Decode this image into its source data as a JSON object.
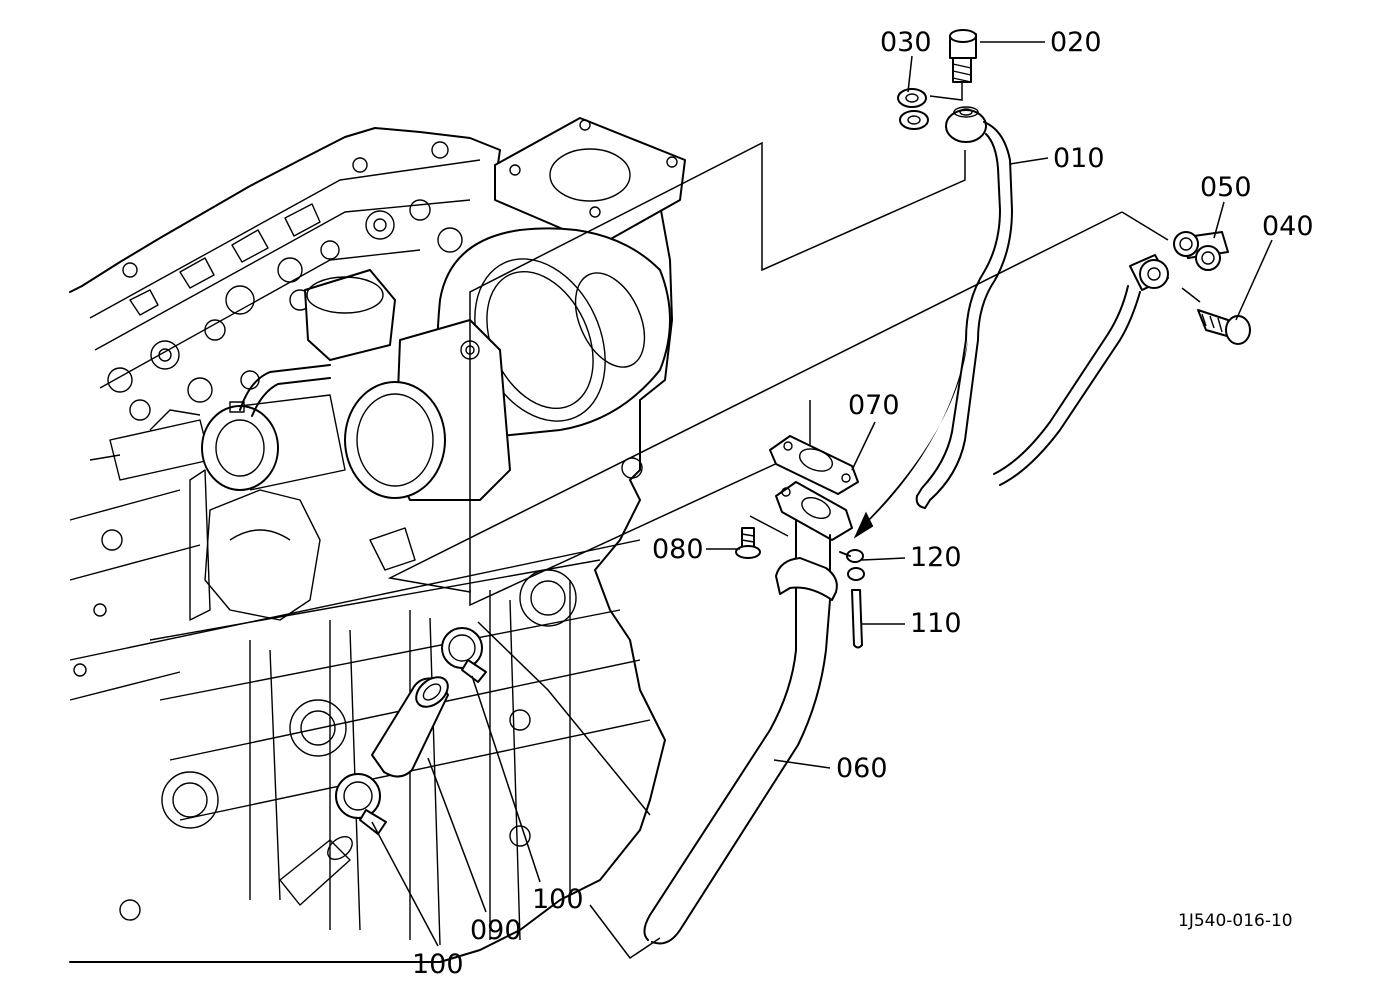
{
  "labels": {
    "p010": "010",
    "p020": "020",
    "p030": "030",
    "p040": "040",
    "p050": "050",
    "p060": "060",
    "p070": "070",
    "p080": "080",
    "p090": "090",
    "p100a": "100",
    "p100b": "100",
    "p110": "110",
    "p120": "120"
  },
  "drawing_ref": "1J540-016-10"
}
